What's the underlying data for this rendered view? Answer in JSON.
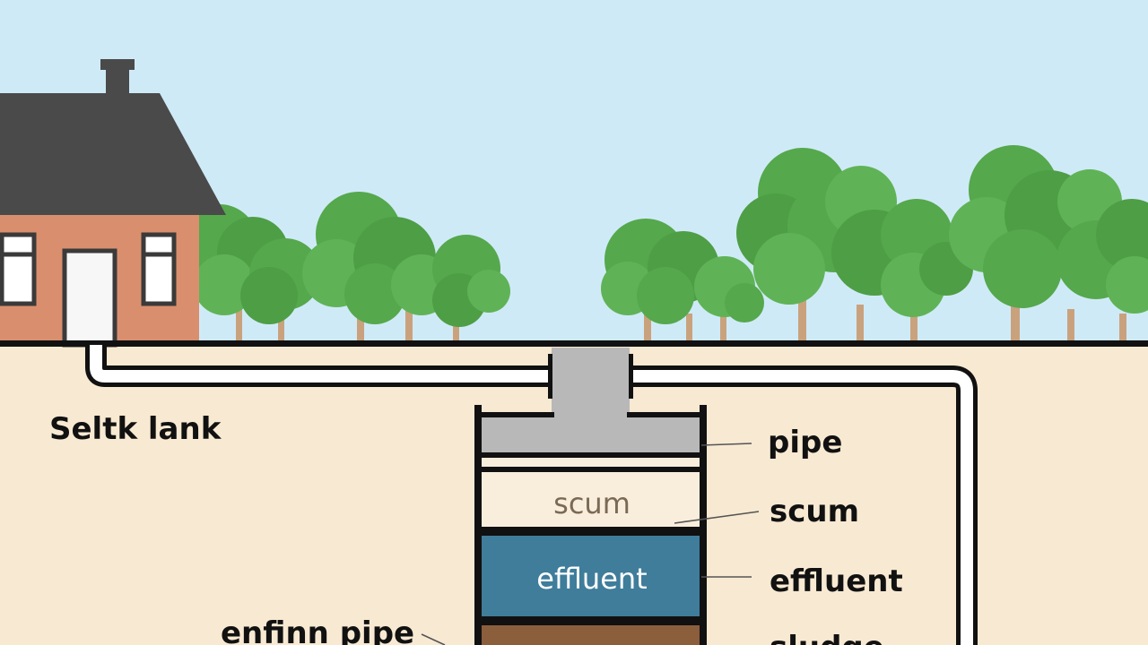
{
  "labels": {
    "title": "Seltk lank",
    "pipe": "pipe",
    "scum": "scum",
    "effluent": "effluent",
    "sludge": "sludge",
    "inlet_pipe": "enfinn pipe",
    "layer_scum": "scum",
    "layer_effluent": "effluent"
  },
  "colors": {
    "sky": "#cfeaf7",
    "soil": "#f8e9d2",
    "roof": "#4a4a4a",
    "house_wall": "#d98f6d",
    "tree_foliage": "#55a84c",
    "tree_trunk": "#c9a27d",
    "tank_lid": "#b8b8b8",
    "scum_layer": "#f9eedc",
    "effluent_layer": "#3f7d9b",
    "sludge_layer": "#8b5e3c",
    "outline": "#1c1c1c"
  }
}
